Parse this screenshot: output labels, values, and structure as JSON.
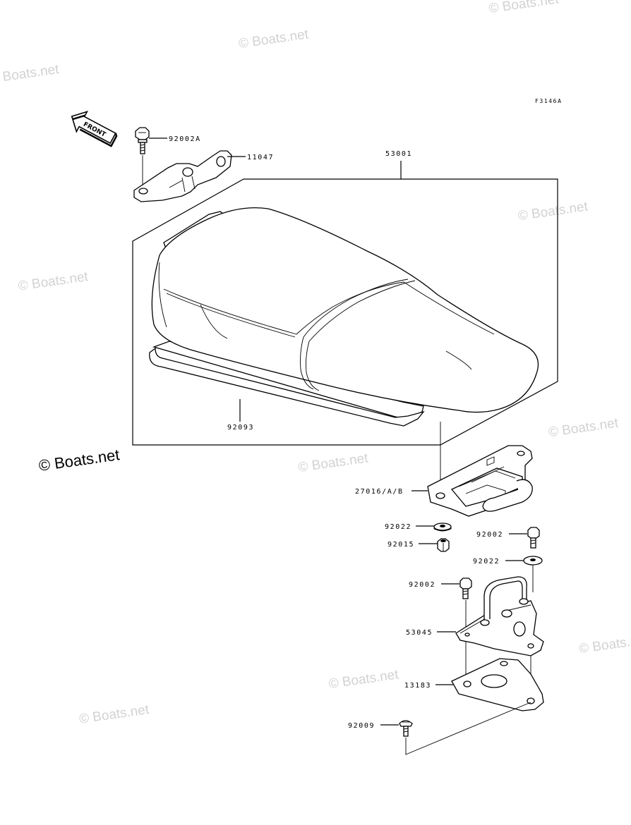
{
  "figure_code": "F3146A",
  "front_label": "FRONT",
  "watermarks": {
    "strong": "© Boats.net",
    "faint": "© Boats.net"
  },
  "callouts": {
    "p92002A": "92002A",
    "p11047": "11047",
    "p53001": "53001",
    "p92093": "92093",
    "p27016": "27016/A/B",
    "p92022a": "92022",
    "p92015": "92015",
    "p92002b": "92002",
    "p92022b": "92022",
    "p92002c": "92002",
    "p53045": "53045",
    "p13183": "13183",
    "p92009": "92009"
  }
}
